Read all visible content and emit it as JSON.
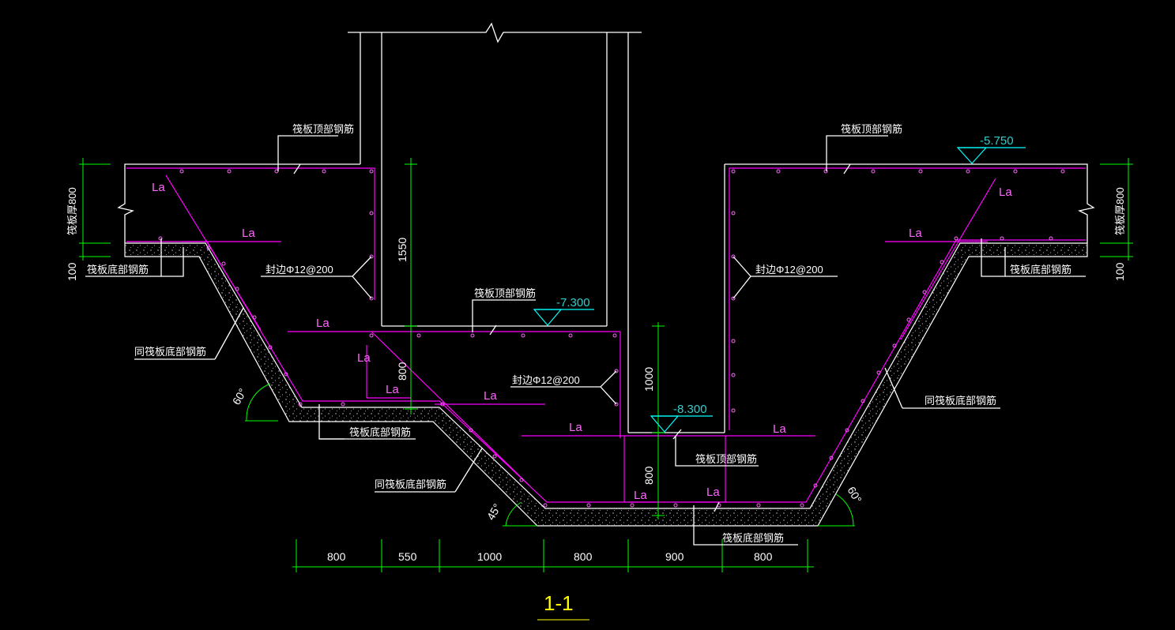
{
  "title": "1-1",
  "colors": {
    "background": "#000000",
    "outline": "#ffffff",
    "rebar": "#ff00ff",
    "dimension": "#00ff00",
    "elevation": "#00ffff",
    "title": "#ffff00"
  },
  "elevations": [
    "-5.750",
    "-7.300",
    "-8.300"
  ],
  "labels": {
    "top_rebar": "筏板顶部钢筋",
    "bottom_rebar": "筏板底部钢筋",
    "same_bottom_rebar": "同筏板底部钢筋",
    "edge_seal": "封边Φ12@200",
    "anchorage": "La",
    "raft_thickness": "筏板厚800",
    "cushion": "100"
  },
  "angles": [
    "60°",
    "45°",
    "60°"
  ],
  "dimensions": {
    "bottom": [
      "800",
      "550",
      "1000",
      "800",
      "900",
      "800"
    ],
    "pit_depth_1": "1550",
    "pit_depth_2": "800",
    "pit_depth_3": "1000",
    "pit_depth_4": "800"
  }
}
